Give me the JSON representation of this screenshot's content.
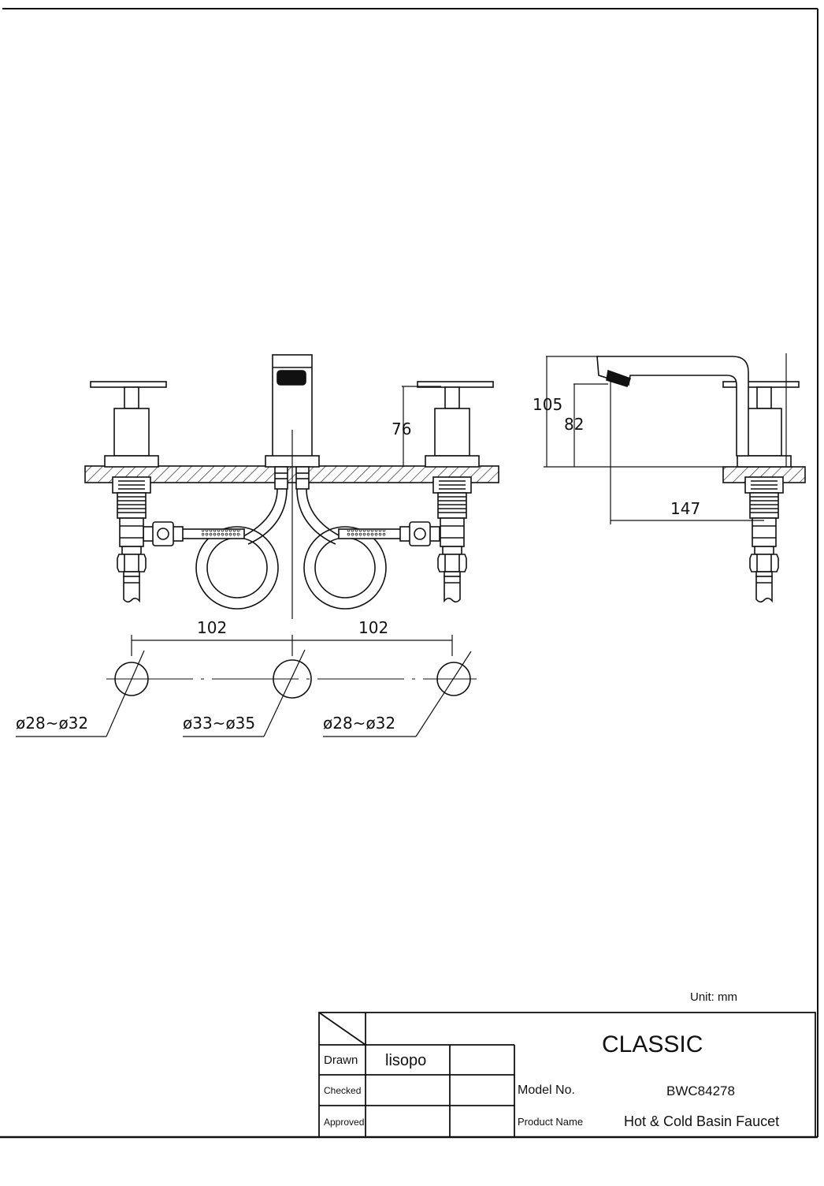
{
  "drawing": {
    "dimensions": {
      "spout_height": "76",
      "side_total_height": "105",
      "side_outlet_height": "82",
      "reach": "147",
      "spacing_left": "102",
      "spacing_right": "102"
    },
    "holes": [
      {
        "label": "ø28~ø32"
      },
      {
        "label": "ø33~ø35"
      },
      {
        "label": "ø28~ø32"
      }
    ]
  },
  "title_block": {
    "unit": "Unit: mm",
    "series": "CLASSIC",
    "drawn_label": "Drawn",
    "drawn_by": "lisopo",
    "checked_label": "Checked",
    "approved_label": "Approved",
    "model_label": "Model No.",
    "model_value": "BWC84278",
    "product_label": "Product Name",
    "product_value": "Hot & Cold Basin Faucet"
  }
}
